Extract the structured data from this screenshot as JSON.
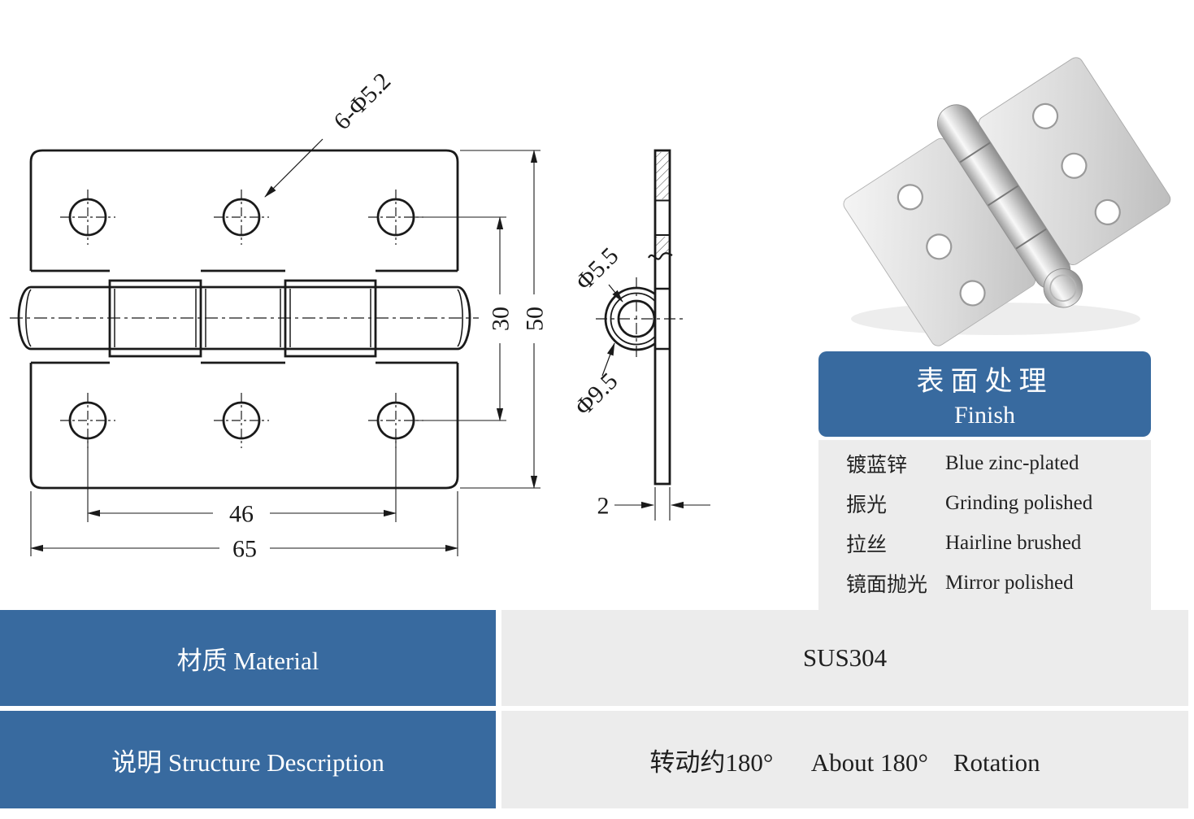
{
  "colors": {
    "accent_blue": "#386A9F",
    "cell_gray": "#ECECEC",
    "line_black": "#1A1A1A"
  },
  "drawing": {
    "front": {
      "hole_callout": "6-Φ5.2",
      "dim_outer_width": "65",
      "dim_hole_spacing_width": "46",
      "dim_outer_height": "50",
      "dim_hole_spacing_height": "30"
    },
    "side": {
      "dim_thickness": "2",
      "dim_pin_diameter": "Φ5.5",
      "dim_knuckle_diameter": "Φ9.5"
    }
  },
  "finish_panel": {
    "title_zh": "表面处理",
    "title_en": "Finish",
    "rows": [
      {
        "zh": "镀蓝锌",
        "en": "Blue zinc-plated"
      },
      {
        "zh": "振光",
        "en": "Grinding polished"
      },
      {
        "zh": "拉丝",
        "en": "Hairline brushed"
      },
      {
        "zh": "镜面抛光",
        "en": "Mirror polished"
      }
    ]
  },
  "spec_table": {
    "material_label": "材质 Material",
    "material_value": "SUS304",
    "description_label": "说明 Structure Description",
    "description_value": "转动约180°      About 180°    Rotation"
  }
}
